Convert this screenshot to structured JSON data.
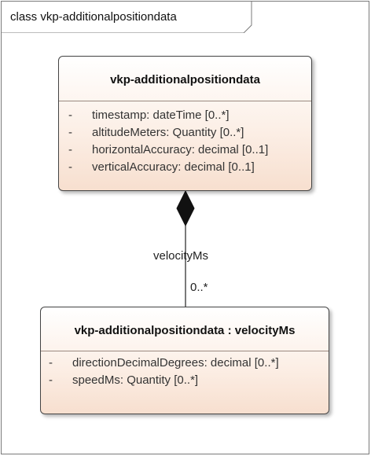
{
  "frame": {
    "label": "class vkp-additionalpositiondata"
  },
  "classes": [
    {
      "name": "vkp-additionalpositiondata",
      "attributes": [
        {
          "visibility": "-",
          "text": "timestamp: dateTime [0..*]"
        },
        {
          "visibility": "-",
          "text": "altitudeMeters: Quantity [0..*]"
        },
        {
          "visibility": "-",
          "text": "horizontalAccuracy: decimal [0..1]"
        },
        {
          "visibility": "-",
          "text": "verticalAccuracy: decimal [0..1]"
        }
      ]
    },
    {
      "name": "vkp-additionalpositiondata : velocityMs",
      "attributes": [
        {
          "visibility": "-",
          "text": "directionDecimalDegrees: decimal [0..*]"
        },
        {
          "visibility": "-",
          "text": "speedMs: Quantity [0..*]"
        }
      ]
    }
  ],
  "association": {
    "kind": "composition",
    "role": "velocityMs",
    "multiplicity": "0..*"
  },
  "colors": {
    "class_fill_top": "#ffffff",
    "class_fill_bottom": "#f7dfcf",
    "border": "#444444",
    "diamond": "#111111"
  }
}
